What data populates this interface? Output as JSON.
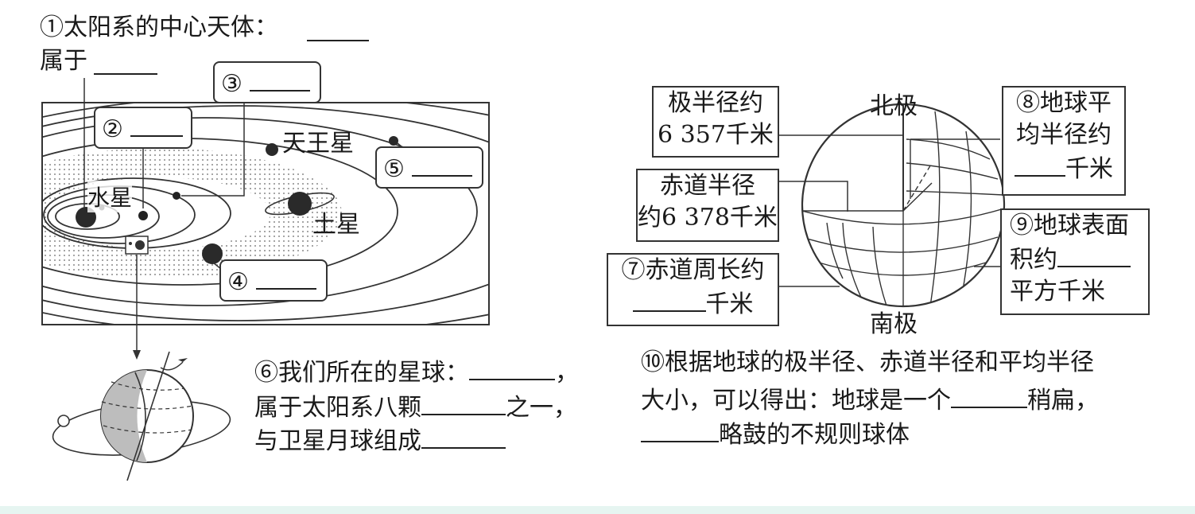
{
  "q1": {
    "line1": "①太阳系的中心天体：",
    "line2": "属于"
  },
  "solar": {
    "box2": "②",
    "box3": "③",
    "box4": "④",
    "box5": "⑤",
    "mercury": "水星",
    "uranus": "天王星",
    "saturn": "土星"
  },
  "q6": {
    "line1": "⑥我们所在的星球：",
    "line1_end": "，",
    "line2a": "属于太阳系八颗",
    "line2b": "之一，",
    "line3": "与卫星月球组成"
  },
  "earth": {
    "north": "北极",
    "south": "南极",
    "polar_l1": "极半径约",
    "polar_l2": "6 357千米",
    "eq_l1": "赤道半径",
    "eq_l2": "约6 378千米",
    "circ_l1": "⑦赤道周长约",
    "circ_l2": "千米",
    "mean_l1": "⑧地球平",
    "mean_l2": "均半径约",
    "mean_l3": "千米",
    "area_l1": "⑨地球表面",
    "area_l2": "积约",
    "area_l3": "平方千米"
  },
  "q10": {
    "line1": "⑩根据地球的极半径、赤道半径和平均半径",
    "line2a": "大小，可以得出：地球是一个",
    "line2b": "稍扁，",
    "line3": "略鼓的不规则球体"
  }
}
